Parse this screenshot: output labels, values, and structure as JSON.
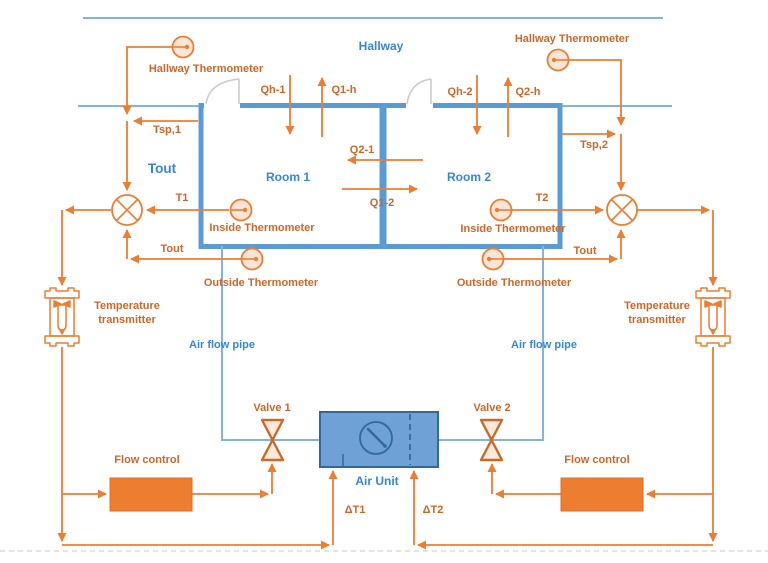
{
  "diagram": {
    "hallway": {
      "label": "Hallway"
    },
    "rooms": {
      "room1": "Room 1",
      "room2": "Room 2"
    },
    "sensors": {
      "hallway_thermometer_left": "Hallway Thermometer",
      "hallway_thermometer_right": "Hallway Thermometer",
      "inside_thermometer_left": "Inside Thermometer",
      "inside_thermometer_right": "Inside Thermometer",
      "outside_thermometer_left": "Outside Thermometer",
      "outside_thermometer_right": "Outside Thermometer",
      "temp_transmitter_left": "Temperature transmitter",
      "temp_transmitter_right": "Temperature transmitter"
    },
    "signals": {
      "tsp1": "Tsp,1",
      "tsp2": "Tsp,2",
      "tout_main": "Tout",
      "tout_left": "Tout",
      "tout_right": "Tout",
      "t1": "T1",
      "t2": "T2",
      "qh1": "Qh-1",
      "q1h": "Q1-h",
      "qh2": "Qh-2",
      "q2h": "Q2-h",
      "q21": "Q2-1",
      "q12": "Q1-2",
      "dt1": "ΔT1",
      "dt2": "ΔT2"
    },
    "equipment": {
      "air_unit": "Air Unit",
      "valve1": "Valve 1",
      "valve2": "Valve 2",
      "flow_control_left": "Flow control",
      "flow_control_right": "Flow control",
      "air_flow_pipe_left": "Air flow pipe",
      "air_flow_pipe_right": "Air flow pipe"
    },
    "icons": {
      "thermometer-icon": "circle with needle and dot",
      "mixer-icon": "circle with X cross",
      "valve-icon": "hourglass bowtie",
      "transmitter-icon": "flanged cylinder with probe",
      "air-unit-icon": "blue box with gauge circle and dashed divider",
      "door-icon": "quarter-arc door swing"
    },
    "colors": {
      "orange_line": "#ED7D31",
      "orange_text": "#CC682A",
      "orange_fill": "#FBE5D6",
      "valve_stroke": "#C96A28",
      "blue_wall": "#5B9BD5",
      "blue_pipe": "#85B3DF",
      "blue_text": "#3787D8",
      "unit_fill": "#6FA0D6",
      "unit_stroke": "#31699F",
      "door_gray": "#C9C9C9",
      "page_edge_gray": "#DCDCDC"
    }
  }
}
